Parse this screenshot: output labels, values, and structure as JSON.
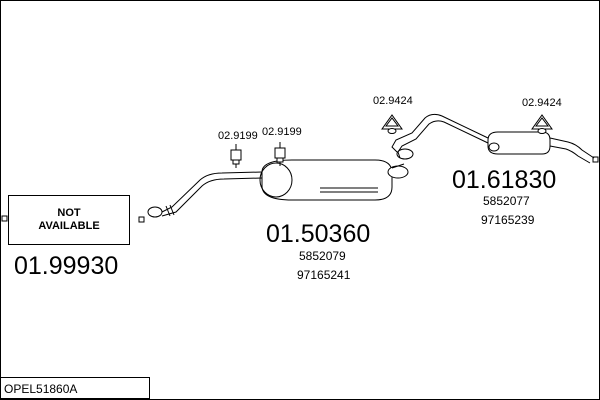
{
  "diagram": {
    "not_available": {
      "line1": "NOT",
      "line2": "AVAILABLE"
    },
    "parts": [
      {
        "number": "01.99930"
      },
      {
        "number": "01.50360",
        "refs": [
          "5852079",
          "97165241"
        ]
      },
      {
        "number": "01.61830",
        "refs": [
          "5852077",
          "97165239"
        ]
      }
    ],
    "mounts": [
      "02.9199",
      "02.9199",
      "02.9424",
      "02.9424"
    ],
    "set_code": "OPEL51860A"
  }
}
